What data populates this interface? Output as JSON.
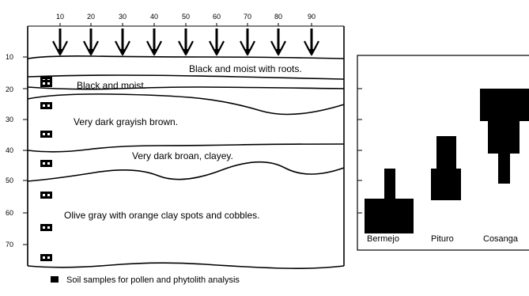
{
  "profile": {
    "top_ticks": [
      "10",
      "20",
      "30",
      "40",
      "50",
      "60",
      "70",
      "80",
      "90"
    ],
    "depth_ticks": [
      "10",
      "20",
      "30",
      "40",
      "50",
      "60",
      "70"
    ],
    "layers": [
      "Black and moist with roots.",
      "Black and moist.",
      "Very dark grayish brown.",
      "Very dark broan, clayey.",
      "Olive gray with orange clay spots and cobbles."
    ],
    "root_count": 9,
    "sample_count": 8
  },
  "legend": {
    "label": "Soil samples for pollen and phytolith analysis",
    "icon": "black-square-icon"
  },
  "pollen_chart": {
    "taxa": [
      "Bermejo",
      "Pituro",
      "Cosanga"
    ],
    "color": "#000000"
  }
}
